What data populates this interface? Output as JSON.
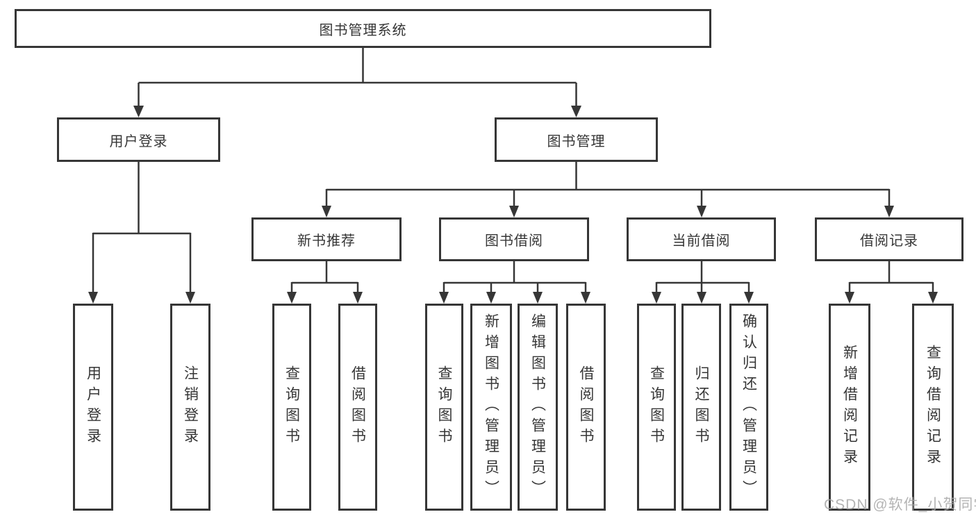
{
  "diagram": {
    "root": {
      "label": "图书管理系统"
    },
    "branches": [
      {
        "label": "用户登录",
        "children": [
          {
            "label": "用户登录"
          },
          {
            "label": "注销登录"
          }
        ]
      },
      {
        "label": "图书管理",
        "groups": [
          {
            "label": "新书推荐",
            "children": [
              {
                "label": "查询图书"
              },
              {
                "label": "借阅图书"
              }
            ]
          },
          {
            "label": "图书借阅",
            "children": [
              {
                "label": "查询图书"
              },
              {
                "label": "新增图书（管理员）"
              },
              {
                "label": "编辑图书（管理员）"
              },
              {
                "label": "借阅图书"
              }
            ]
          },
          {
            "label": "当前借阅",
            "children": [
              {
                "label": "查询图书"
              },
              {
                "label": "归还图书"
              },
              {
                "label": "确认归还（管理员）"
              }
            ]
          },
          {
            "label": "借阅记录",
            "children": [
              {
                "label": "新增借阅记录"
              },
              {
                "label": "查询借阅记录"
              }
            ]
          }
        ]
      }
    ]
  },
  "watermark": {
    "text": "CSDN @软件_小贺同学",
    "color": "#a8a8a8"
  },
  "colors": {
    "line": "#363636",
    "text": "#363636",
    "background": "#ffffff"
  }
}
